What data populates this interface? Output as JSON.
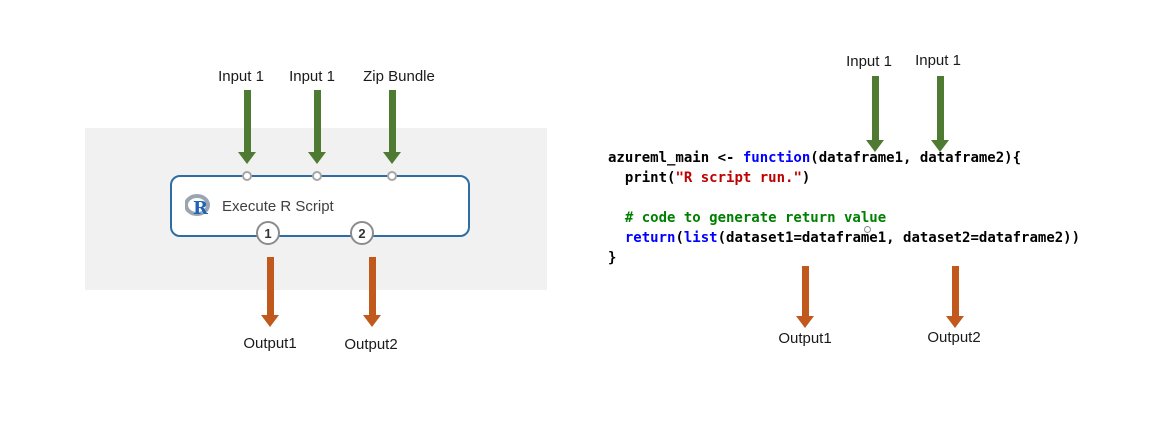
{
  "left": {
    "inputs": [
      "Input 1",
      "Input 1",
      "Zip Bundle"
    ],
    "module": {
      "name": "Execute R Script",
      "logo_letter": "R",
      "output_ports": [
        "1",
        "2"
      ]
    },
    "outputs": [
      "Output1",
      "Output2"
    ]
  },
  "right": {
    "inputs": [
      "Input 1",
      "Input 1"
    ],
    "outputs": [
      "Output1",
      "Output2"
    ],
    "code": {
      "lines": [
        [
          {
            "t": "azureml_main <- ",
            "s": "plain"
          },
          {
            "t": "function",
            "s": "keyword"
          },
          {
            "t": "(dataframe1, dataframe2){",
            "s": "plain"
          }
        ],
        [
          {
            "t": "  print(",
            "s": "plain"
          },
          {
            "t": "\"R script run.\"",
            "s": "string"
          },
          {
            "t": ")",
            "s": "plain"
          }
        ],
        [],
        [
          {
            "t": "  # code to generate return value",
            "s": "comment"
          }
        ],
        [
          {
            "t": "  ",
            "s": "plain"
          },
          {
            "t": "return",
            "s": "keyword"
          },
          {
            "t": "(",
            "s": "plain"
          },
          {
            "t": "list",
            "s": "keyword"
          },
          {
            "t": "(dataset1=dataframe1, dataset2=dataframe2))",
            "s": "plain"
          }
        ],
        [
          {
            "t": "}",
            "s": "plain"
          }
        ]
      ]
    }
  },
  "colors": {
    "arrow_input": "#4e7b31",
    "arrow_output": "#c0591b",
    "module_border": "#2e6da4",
    "panel_bg": "#f1f1f1",
    "code_plain": "#000000",
    "code_keyword": "#0000ff",
    "code_string": "#c00000",
    "code_comment": "#008000"
  }
}
